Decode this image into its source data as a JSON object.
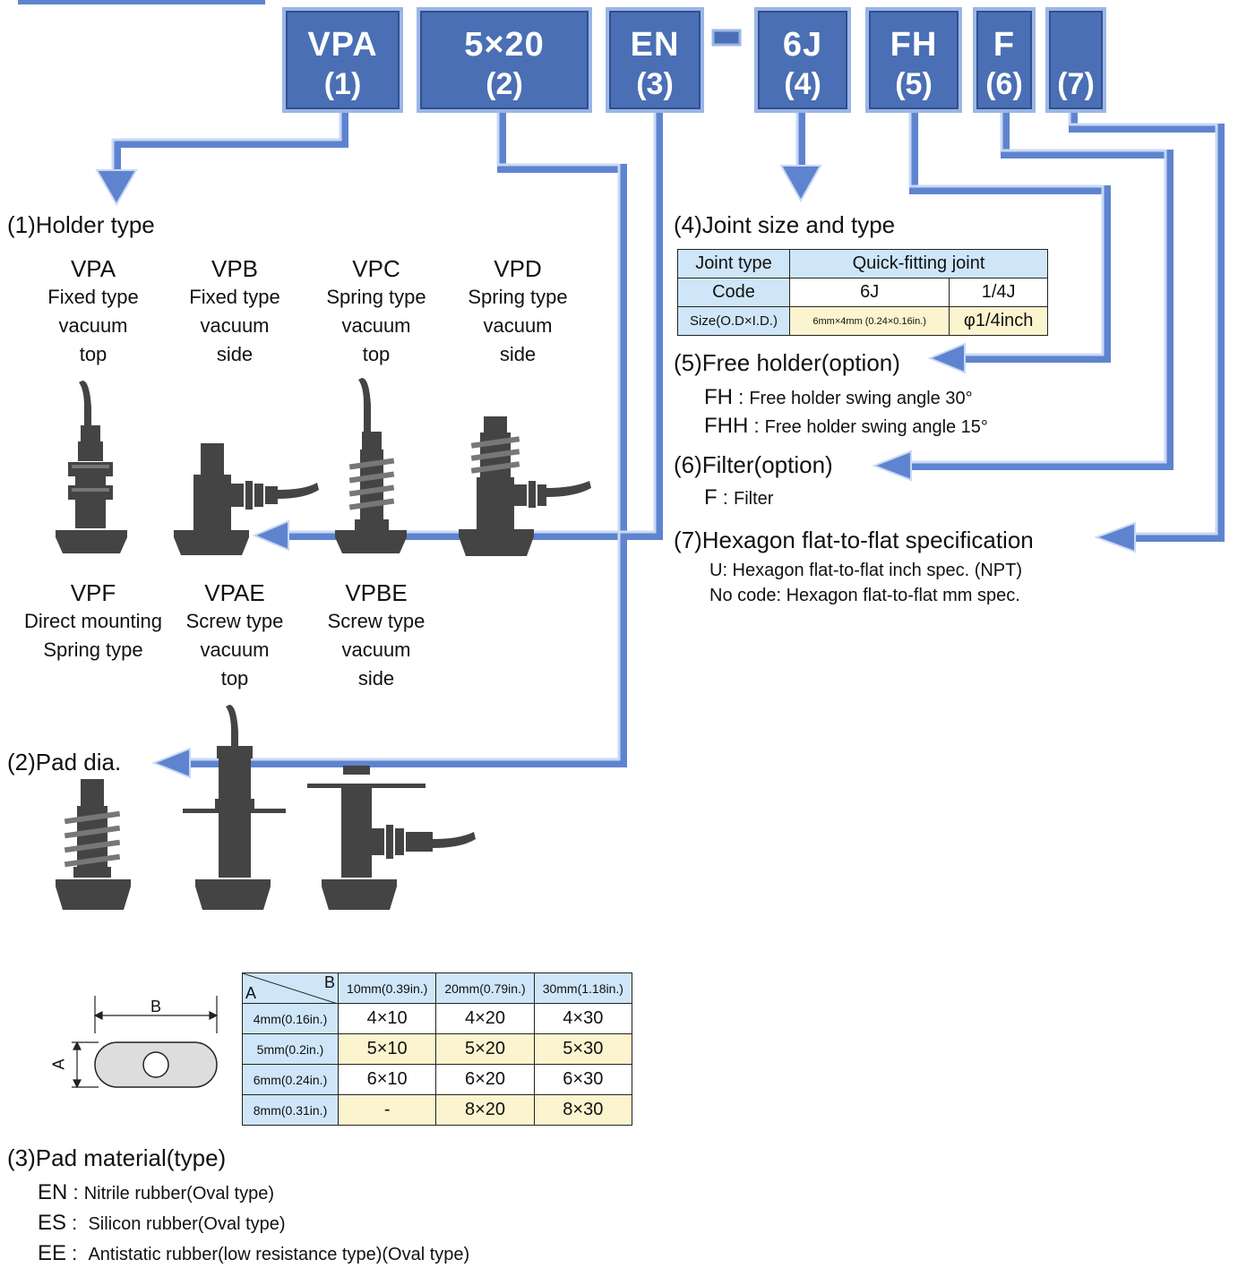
{
  "code_boxes": [
    {
      "code": "VPA",
      "num": "(1)"
    },
    {
      "code": "5×20",
      "num": "(2)"
    },
    {
      "code": "EN",
      "num": "(3)"
    },
    {
      "code": "6J",
      "num": "(4)"
    },
    {
      "code": "FH",
      "num": "(5)"
    },
    {
      "code": "F",
      "num": "(6)"
    },
    {
      "code": "",
      "num": "(7)"
    }
  ],
  "holder": {
    "heading": "(1)Holder type",
    "types": [
      {
        "name": "VPA",
        "lines": [
          "Fixed type",
          "vacuum",
          "top"
        ]
      },
      {
        "name": "VPB",
        "lines": [
          "Fixed type",
          "vacuum",
          "side"
        ]
      },
      {
        "name": "VPC",
        "lines": [
          "Spring type",
          "vacuum",
          "top"
        ]
      },
      {
        "name": "VPD",
        "lines": [
          "Spring type",
          "vacuum",
          "side"
        ]
      },
      {
        "name": "VPF",
        "lines": [
          "Direct mounting",
          "Spring type"
        ]
      },
      {
        "name": "VPAE",
        "lines": [
          "Screw type",
          "vacuum",
          "top"
        ]
      },
      {
        "name": "VPBE",
        "lines": [
          "Screw type",
          "vacuum",
          "side"
        ]
      }
    ]
  },
  "pad_dia": {
    "heading": "(2)Pad dia.",
    "dim_a": "A",
    "dim_b": "B",
    "corner_a": "A",
    "corner_b": "B",
    "cols": [
      "10mm(0.39in.)",
      "20mm(0.79in.)",
      "30mm(1.18in.)"
    ],
    "rows": [
      {
        "label": "4mm(0.16in.)",
        "cells": [
          "4×10",
          "4×20",
          "4×30"
        ]
      },
      {
        "label": "5mm(0.2in.)",
        "cells": [
          "5×10",
          "5×20",
          "5×30"
        ]
      },
      {
        "label": "6mm(0.24in.)",
        "cells": [
          "6×10",
          "6×20",
          "6×30"
        ]
      },
      {
        "label": "8mm(0.31in.)",
        "cells": [
          "-",
          "8×20",
          "8×30"
        ]
      }
    ]
  },
  "pad_material": {
    "heading": "(3)Pad material(type)",
    "items": [
      {
        "code": "EN",
        "desc": "Nitrile rubber(Oval type)"
      },
      {
        "code": "ES",
        "desc": "Silicon rubber(Oval type)"
      },
      {
        "code": "EE",
        "desc": "Antistatic rubber(low resistance type)(Oval type)"
      }
    ]
  },
  "joint": {
    "heading": "(4)Joint size and type",
    "type_label": "Joint type",
    "type_value": "Quick-fitting joint",
    "code_label": "Code",
    "codes": [
      "6J",
      "1/4J"
    ],
    "size_label": "Size(O.D×I.D.)",
    "sizes": [
      "6mm×4mm (0.24×0.16in.)",
      "φ1/4inch"
    ]
  },
  "free_holder": {
    "heading": "(5)Free holder(option)",
    "items": [
      {
        "code": "FH",
        "desc": "Free holder swing angle 30°"
      },
      {
        "code": "FHH",
        "desc": "Free holder swing angle 15°"
      }
    ]
  },
  "filter": {
    "heading": "(6)Filter(option)",
    "items": [
      {
        "code": "F",
        "desc": "Filter"
      }
    ]
  },
  "hexagon": {
    "heading": "(7)Hexagon flat-to-flat specification",
    "lines": [
      "U: Hexagon flat-to-flat inch spec. (NPT)",
      "No code: Hexagon flat-to-flat mm spec."
    ]
  },
  "colors": {
    "box": "#4a6fb5",
    "line": "#6b8fd6",
    "line_light": "#a9c2ee",
    "table_blue": "#cfe6f9",
    "table_yellow": "#fcf4cf"
  }
}
